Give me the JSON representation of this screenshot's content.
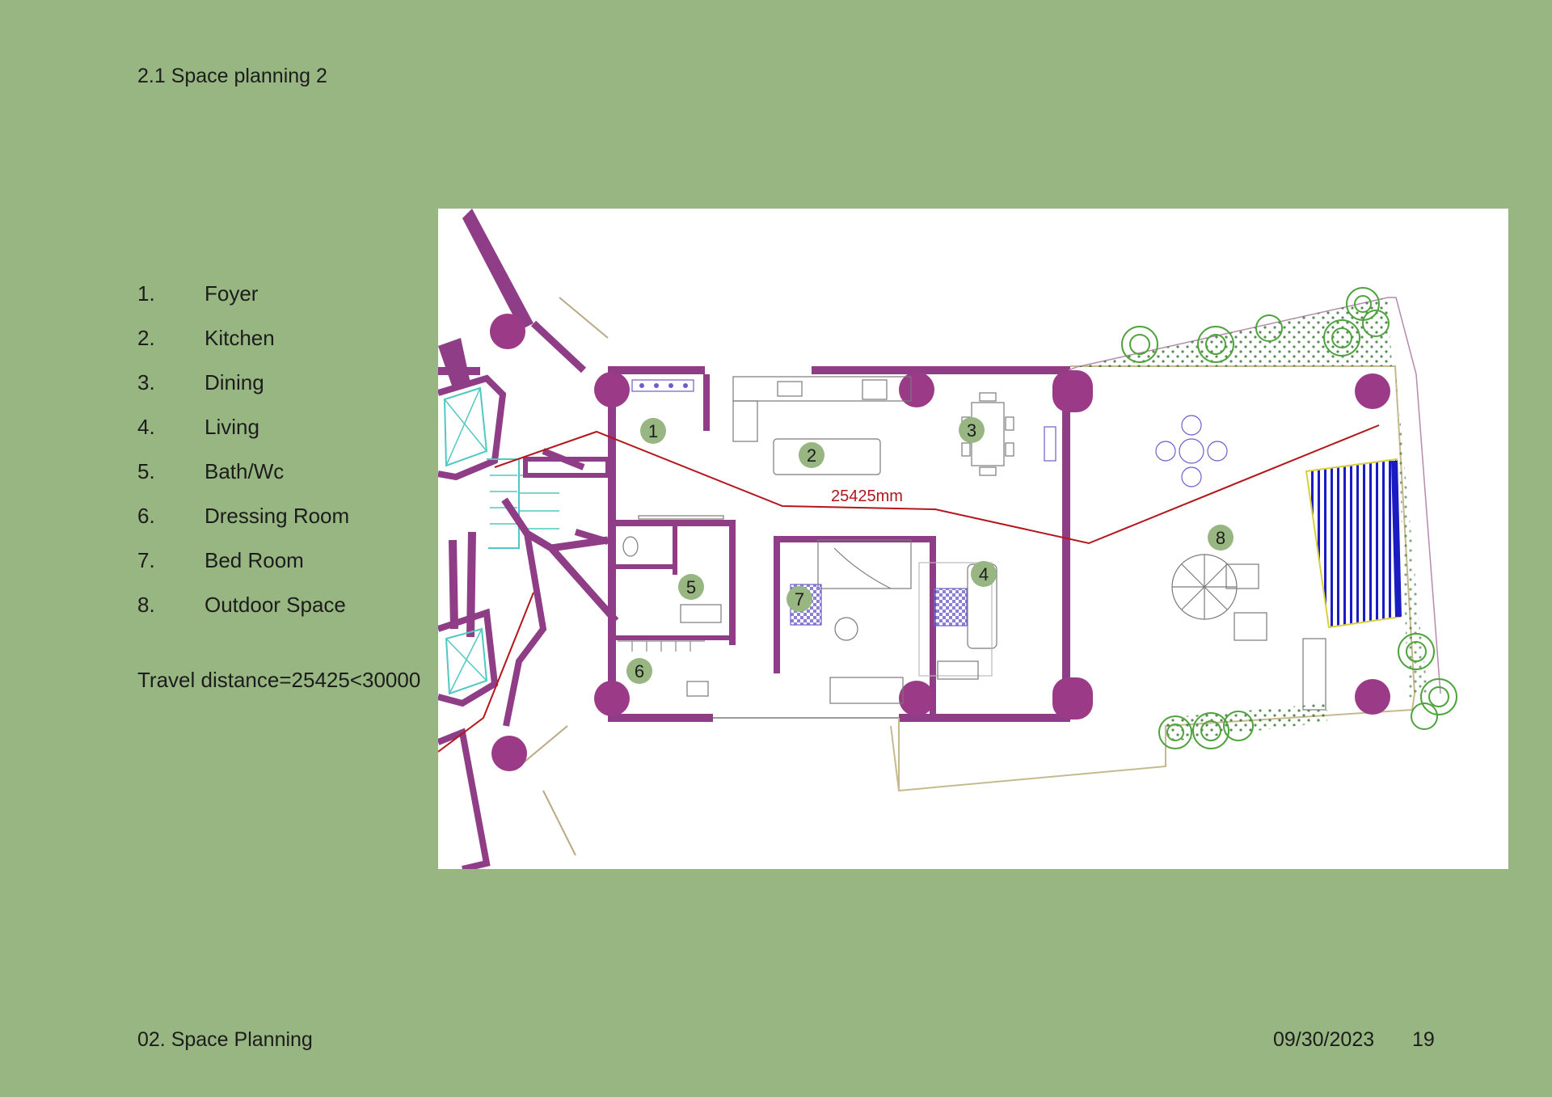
{
  "header": {
    "title": "2.1 Space planning 2"
  },
  "legend": [
    {
      "num": "1.",
      "label": "Foyer"
    },
    {
      "num": "2.",
      "label": "Kitchen"
    },
    {
      "num": "3.",
      "label": "Dining"
    },
    {
      "num": "4.",
      "label": "Living"
    },
    {
      "num": "5.",
      "label": "Bath/Wc"
    },
    {
      "num": "6.",
      "label": "Dressing Room"
    },
    {
      "num": "7.",
      "label": "Bed Room"
    },
    {
      "num": "8.",
      "label": "Outdoor Space"
    }
  ],
  "travel_note": "Travel distance=25425<30000",
  "plan": {
    "dimension_label": "25425mm",
    "room_tags": [
      "1",
      "2",
      "3",
      "4",
      "5",
      "6",
      "7",
      "8"
    ]
  },
  "footer": {
    "section": "02. Space Planning",
    "date": "09/30/2023",
    "page": "19"
  },
  "colors": {
    "background": "#97b681",
    "wall": "#8e3d86",
    "column": "#9b3a87",
    "tag": "#97b681",
    "travel_path": "#b3161b",
    "furniture": "#6c5ec9",
    "planting": "#4ea33d",
    "pool": "#1b1bc4"
  }
}
